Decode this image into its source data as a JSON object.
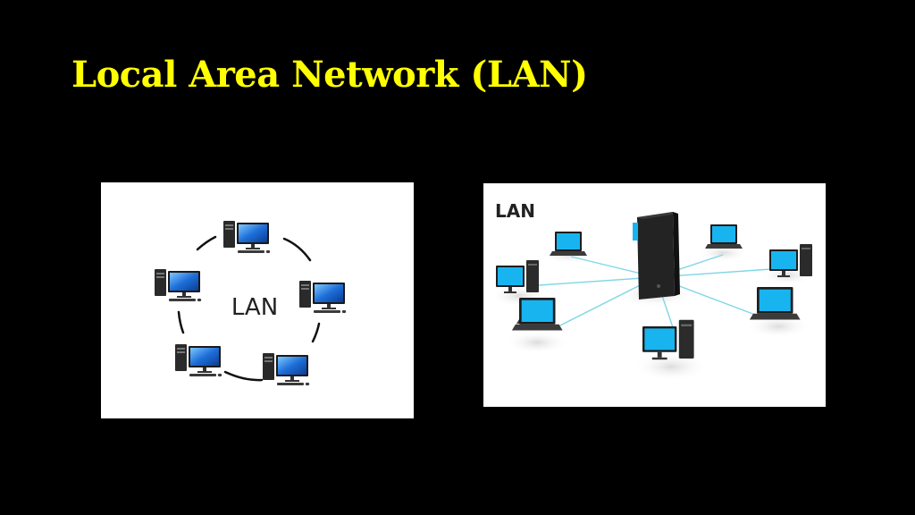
{
  "slide": {
    "title": "Local Area Network (LAN)"
  },
  "ring_diagram": {
    "center_label": "LAN"
  },
  "star_diagram": {
    "corner_label": "LAN"
  },
  "colors": {
    "title": "#ffff00",
    "background": "#000000",
    "screen_blue": "#1e90ff",
    "laptop_screen": "#18b4f0",
    "cable": "#7fd6e6",
    "server": "#222222"
  },
  "icons": [
    "desktop-computer-icon",
    "laptop-icon",
    "server-tower-icon"
  ]
}
